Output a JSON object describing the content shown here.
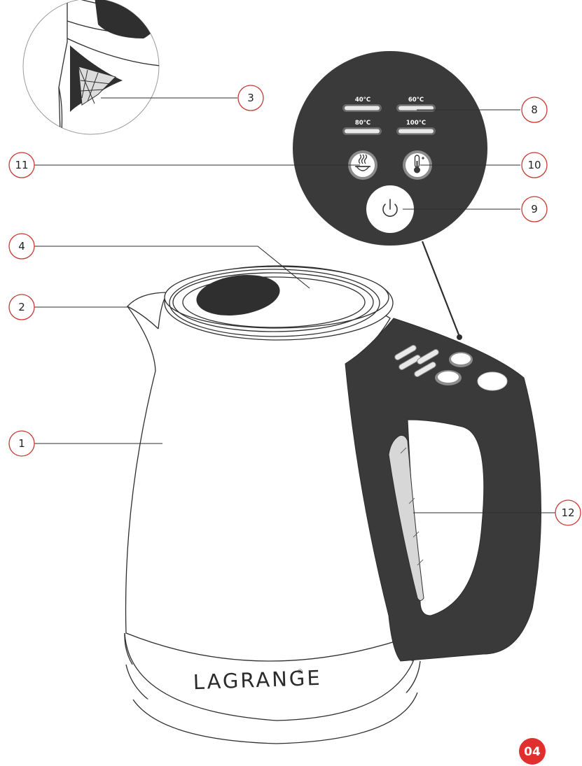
{
  "brand": {
    "name": "LAGRANGE",
    "registered_mark": "®"
  },
  "temperature_panel": {
    "temps": [
      "40°C",
      "60°C",
      "80°C",
      "100°C"
    ]
  },
  "callouts": {
    "c1": "1",
    "c2": "2",
    "c3": "3",
    "c4": "4",
    "c8": "8",
    "c9": "9",
    "c10": "10",
    "c11": "11",
    "c12": "12"
  },
  "page_number": "04",
  "colors": {
    "panel": "#3a3a3a",
    "outline": "#2e2e2e",
    "callout_ring": "#c63a33",
    "page_badge": "#e0302e",
    "window": "#d7d7d7"
  },
  "icons": {
    "keep_warm": "steaming-bowl-icon",
    "temperature": "thermometer-icon",
    "power": "power-icon"
  }
}
